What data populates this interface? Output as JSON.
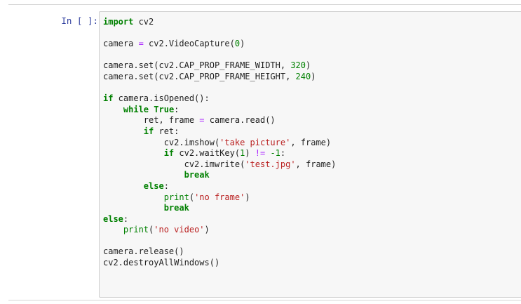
{
  "cell": {
    "prompt": "In [ ]:",
    "language": "python",
    "lines": [
      [
        {
          "t": "import",
          "c": "kw"
        },
        {
          "t": " cv2",
          "c": ""
        }
      ],
      [],
      [
        {
          "t": "camera ",
          "c": ""
        },
        {
          "t": "=",
          "c": "op"
        },
        {
          "t": " cv2.VideoCapture(",
          "c": ""
        },
        {
          "t": "0",
          "c": "num"
        },
        {
          "t": ")",
          "c": ""
        }
      ],
      [],
      [
        {
          "t": "camera.set(cv2.CAP_PROP_FRAME_WIDTH, ",
          "c": ""
        },
        {
          "t": "320",
          "c": "num"
        },
        {
          "t": ")",
          "c": ""
        }
      ],
      [
        {
          "t": "camera.set(cv2.CAP_PROP_FRAME_HEIGHT, ",
          "c": ""
        },
        {
          "t": "240",
          "c": "num"
        },
        {
          "t": ")",
          "c": ""
        }
      ],
      [],
      [
        {
          "t": "if",
          "c": "kw"
        },
        {
          "t": " camera.isOpened():",
          "c": ""
        }
      ],
      [
        {
          "t": "    ",
          "c": ""
        },
        {
          "t": "while",
          "c": "kw"
        },
        {
          "t": " ",
          "c": ""
        },
        {
          "t": "True",
          "c": "kw"
        },
        {
          "t": ":",
          "c": ""
        }
      ],
      [
        {
          "t": "        ret, frame ",
          "c": ""
        },
        {
          "t": "=",
          "c": "op"
        },
        {
          "t": " camera.read()",
          "c": ""
        }
      ],
      [
        {
          "t": "        ",
          "c": ""
        },
        {
          "t": "if",
          "c": "kw"
        },
        {
          "t": " ret:",
          "c": ""
        }
      ],
      [
        {
          "t": "            cv2.imshow(",
          "c": ""
        },
        {
          "t": "'take picture'",
          "c": "str"
        },
        {
          "t": ", frame)",
          "c": ""
        }
      ],
      [
        {
          "t": "            ",
          "c": ""
        },
        {
          "t": "if",
          "c": "kw"
        },
        {
          "t": " cv2.waitKey(",
          "c": ""
        },
        {
          "t": "1",
          "c": "num"
        },
        {
          "t": ") ",
          "c": ""
        },
        {
          "t": "!=",
          "c": "op"
        },
        {
          "t": " ",
          "c": ""
        },
        {
          "t": "-1",
          "c": "num"
        },
        {
          "t": ":",
          "c": ""
        }
      ],
      [
        {
          "t": "                cv2.imwrite(",
          "c": ""
        },
        {
          "t": "'test.jpg'",
          "c": "str"
        },
        {
          "t": ", frame)",
          "c": ""
        }
      ],
      [
        {
          "t": "                ",
          "c": ""
        },
        {
          "t": "break",
          "c": "kw"
        }
      ],
      [
        {
          "t": "        ",
          "c": ""
        },
        {
          "t": "else",
          "c": "kw"
        },
        {
          "t": ":",
          "c": ""
        }
      ],
      [
        {
          "t": "            ",
          "c": ""
        },
        {
          "t": "print",
          "c": "bi"
        },
        {
          "t": "(",
          "c": ""
        },
        {
          "t": "'no frame'",
          "c": "str"
        },
        {
          "t": ")",
          "c": ""
        }
      ],
      [
        {
          "t": "            ",
          "c": ""
        },
        {
          "t": "break",
          "c": "kw"
        }
      ],
      [
        {
          "t": "else",
          "c": "kw"
        },
        {
          "t": ":",
          "c": ""
        }
      ],
      [
        {
          "t": "    ",
          "c": ""
        },
        {
          "t": "print",
          "c": "bi"
        },
        {
          "t": "(",
          "c": ""
        },
        {
          "t": "'no video'",
          "c": "str"
        },
        {
          "t": ")",
          "c": ""
        }
      ],
      [],
      [
        {
          "t": "camera.release()",
          "c": ""
        }
      ],
      [
        {
          "t": "cv2.destroyAllWindows()",
          "c": ""
        }
      ]
    ]
  },
  "colors": {
    "selected_bar": "#42a5f5",
    "prompt": "#303f9f",
    "keyword": "#008000",
    "string": "#ba2121",
    "operator": "#aa22ff",
    "input_background": "#f7f7f7"
  }
}
